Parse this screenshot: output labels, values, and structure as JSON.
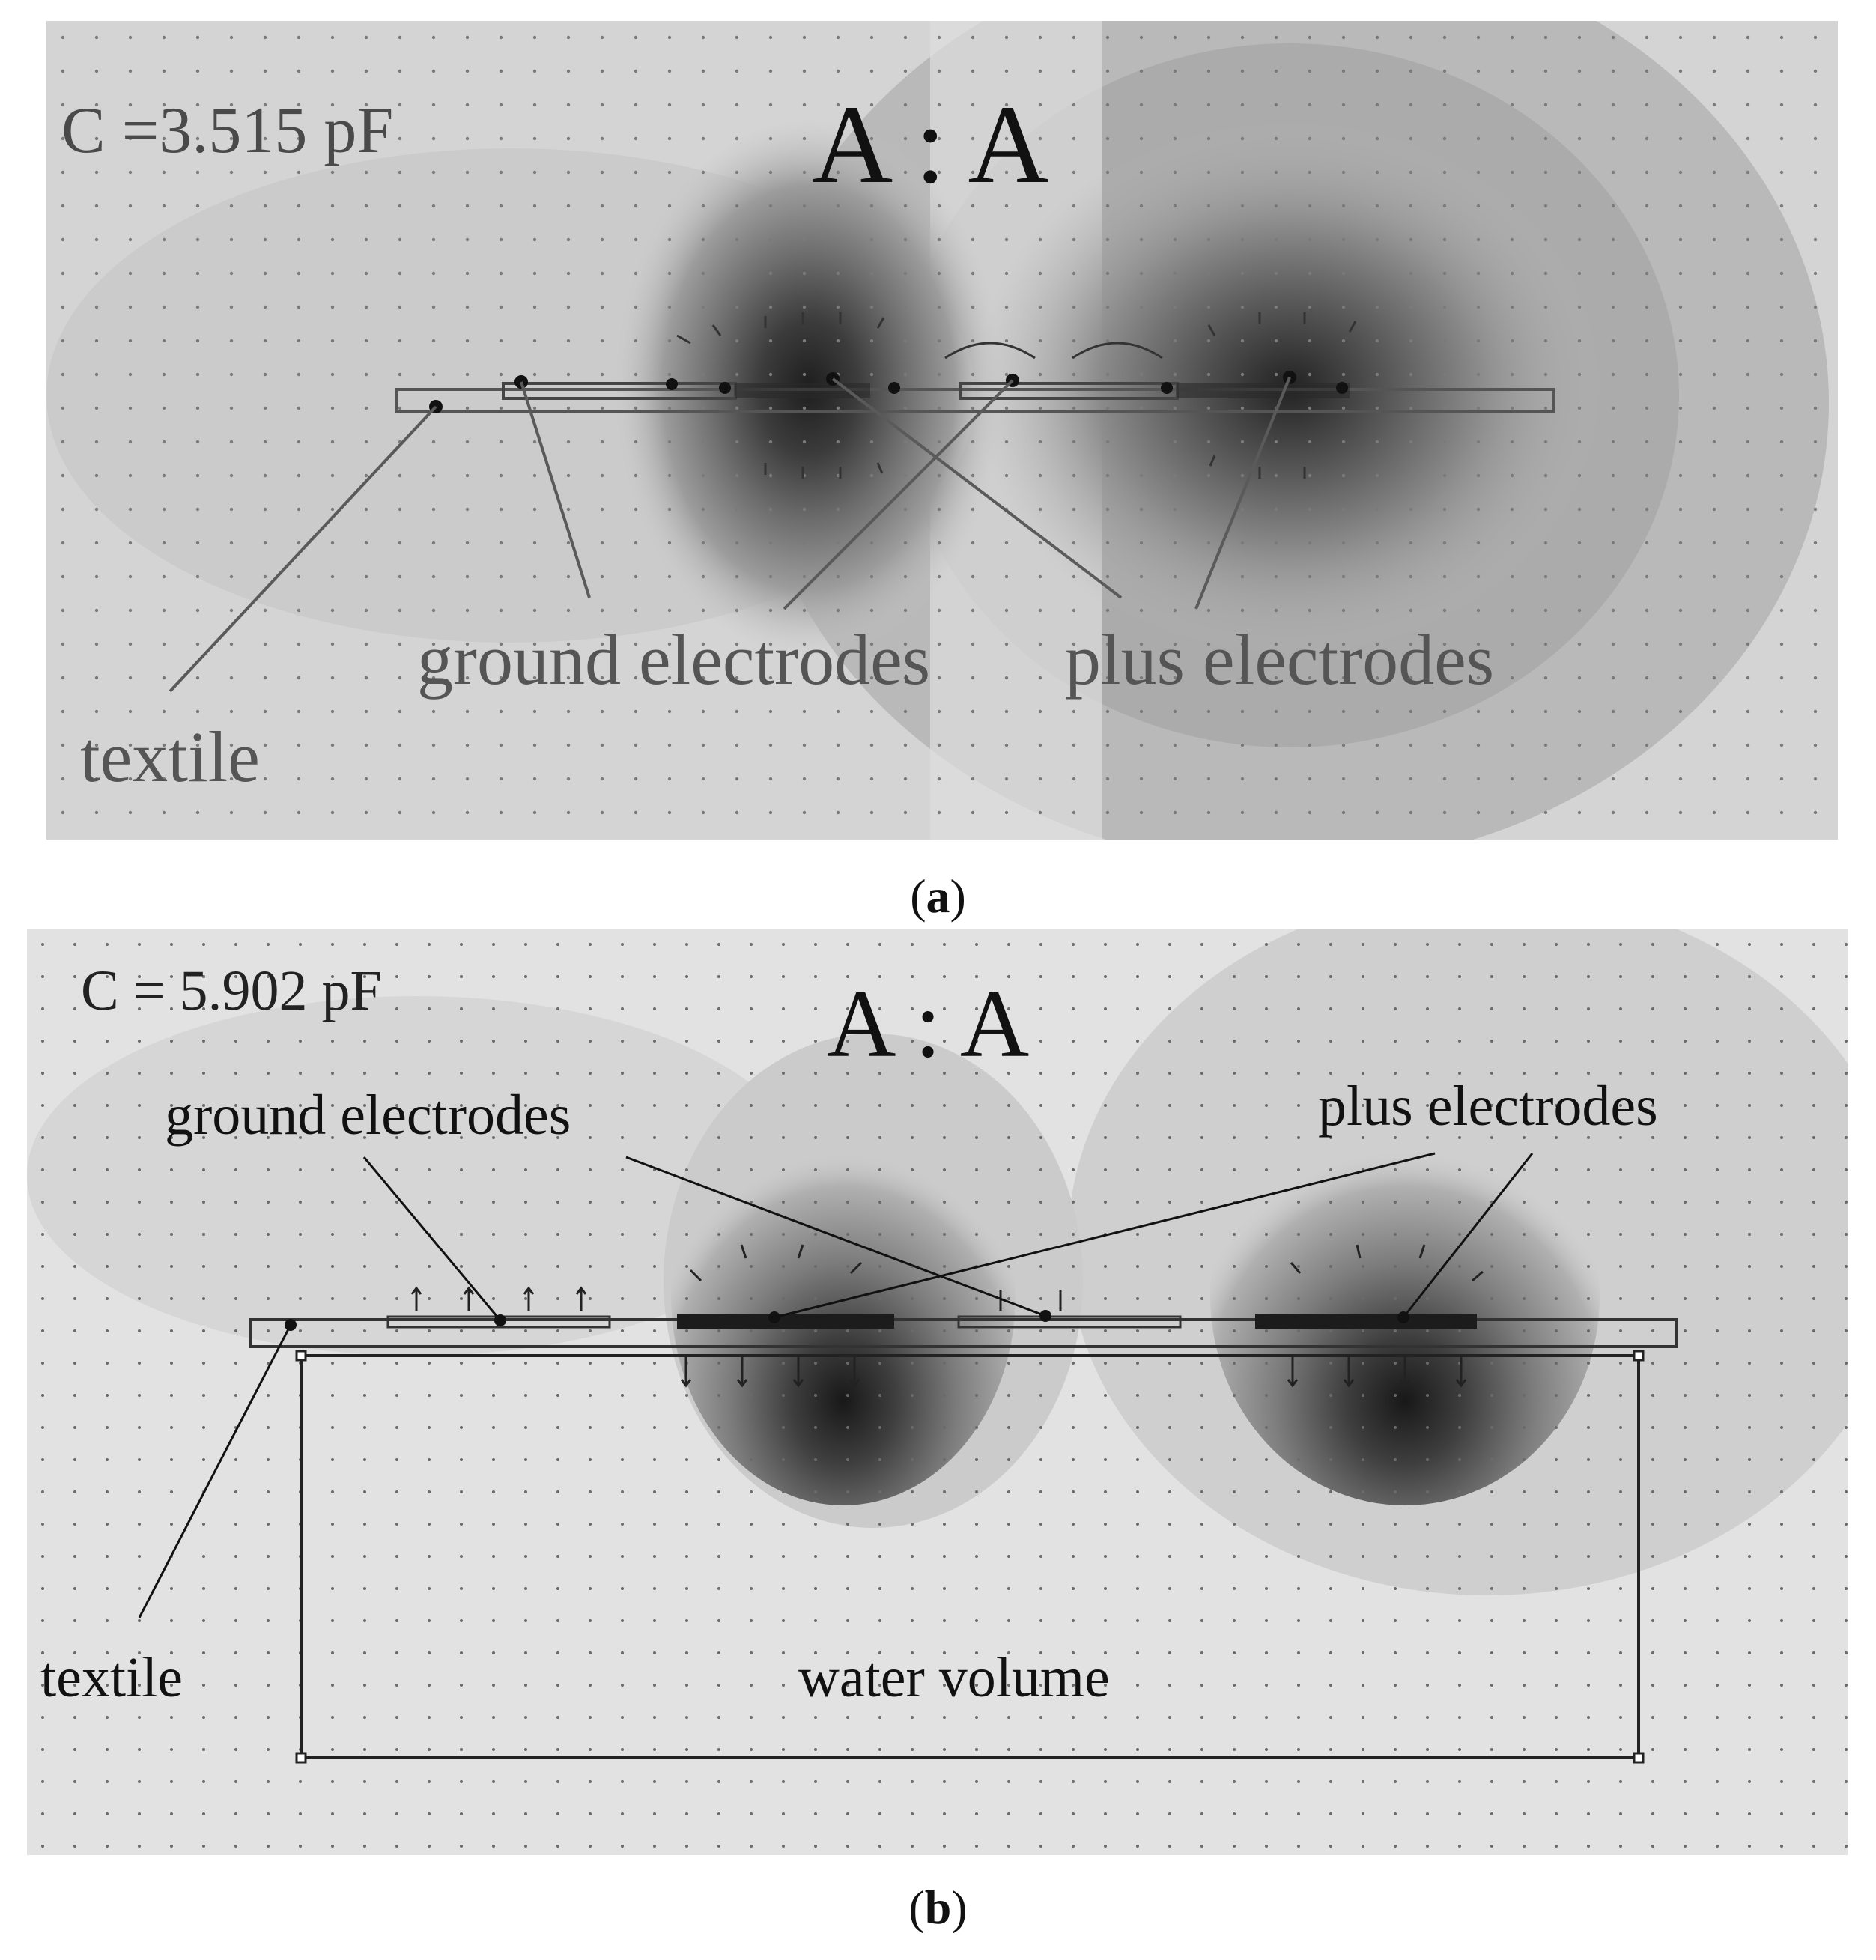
{
  "panels": [
    {
      "id": "a",
      "capacitance": "C =3.515 pF",
      "section": "A : A",
      "labels": {
        "ground": "ground electrodes",
        "plus": "plus electrodes",
        "textile": "textile"
      },
      "caption": {
        "open": "(",
        "letter": "a",
        "close": ")"
      }
    },
    {
      "id": "b",
      "capacitance": "C = 5.902 pF",
      "section": "A : A",
      "labels": {
        "ground": "ground electrodes",
        "plus": "plus electrodes",
        "textile": "textile",
        "water": "water volume"
      },
      "caption": {
        "open": "(",
        "letter": "b",
        "close": ")"
      }
    }
  ],
  "colors": {
    "background_a": "#d2d2d2",
    "background_b": "#e1e1e1",
    "field_dark": "#1e1e1e",
    "text": "#111111"
  }
}
